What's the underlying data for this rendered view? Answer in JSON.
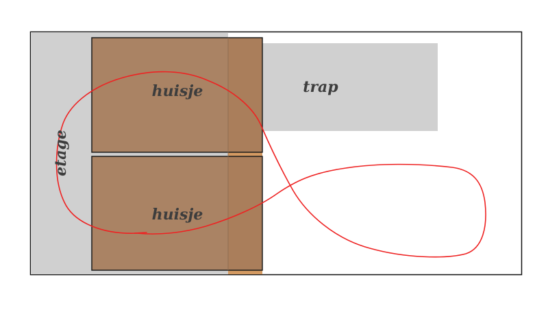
{
  "labels": {
    "etage": "etage",
    "trap": "trap",
    "huisje_top": "huisje",
    "huisje_bottom": "huisje"
  },
  "colors": {
    "background": "#ffffff",
    "frame_stroke": "#111111",
    "etage_fill": "#d0d0d0",
    "trap_fill": "#d0d0d0",
    "huisje_fill": "#a67c5a",
    "huisje_stroke": "#1a1a1a",
    "orange_fill": "#d49a62",
    "red_loop": "#ee2222",
    "label_text": "#3d3d3d"
  }
}
